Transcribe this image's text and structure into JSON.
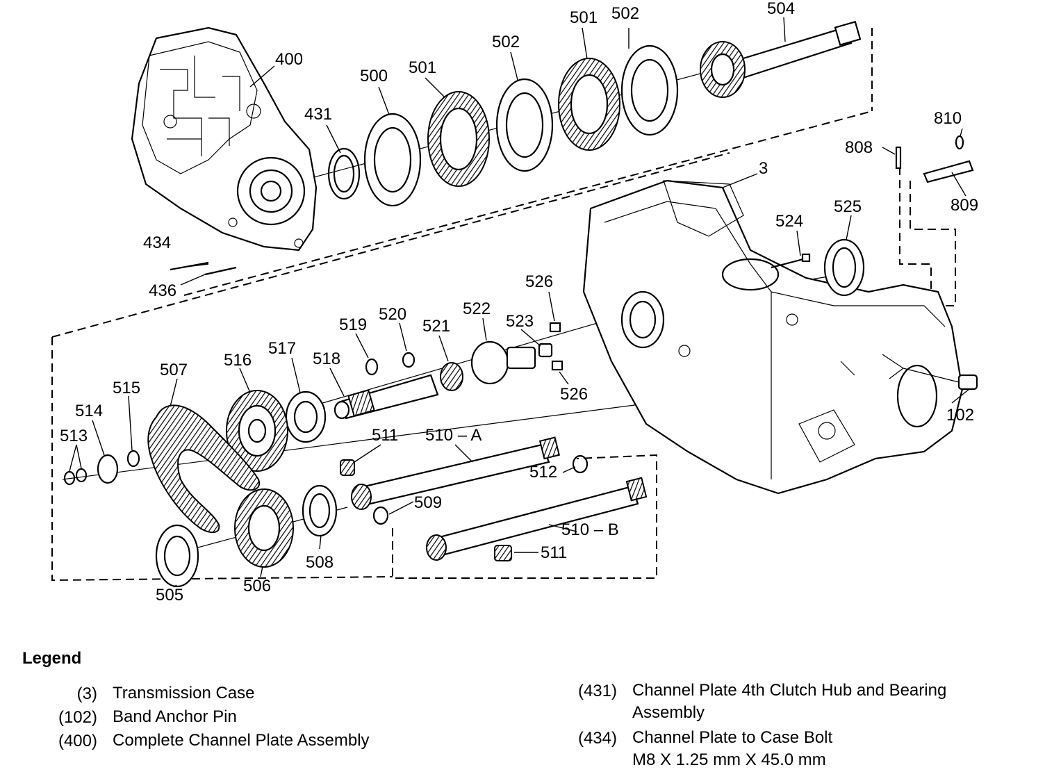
{
  "callouts": {
    "c3": "3",
    "c102": "102",
    "c400": "400",
    "c431": "431",
    "c434": "434",
    "c436": "436",
    "c500": "500",
    "c501a": "501",
    "c501b": "501",
    "c502a": "502",
    "c502b": "502",
    "c504": "504",
    "c505": "505",
    "c506": "506",
    "c507": "507",
    "c508": "508",
    "c509": "509",
    "c510a": "510 – A",
    "c510b": "510 – B",
    "c511a": "511",
    "c511b": "511",
    "c512": "512",
    "c513": "513",
    "c514": "514",
    "c515": "515",
    "c516": "516",
    "c517": "517",
    "c518": "518",
    "c519": "519",
    "c520": "520",
    "c521": "521",
    "c522": "522",
    "c523": "523",
    "c524": "524",
    "c525": "525",
    "c526a": "526",
    "c526b": "526",
    "c808": "808",
    "c809": "809",
    "c810": "810"
  },
  "legend": {
    "title": "Legend",
    "left": [
      {
        "num": "(3)",
        "desc": "Transmission Case"
      },
      {
        "num": "(102)",
        "desc": "Band Anchor Pin"
      },
      {
        "num": "(400)",
        "desc": "Complete Channel Plate Assembly"
      }
    ],
    "right": [
      {
        "num": "(431)",
        "desc1": "Channel Plate 4th Clutch Hub and Bearing",
        "desc2": "Assembly"
      },
      {
        "num": "(434)",
        "desc1": "Channel Plate to Case Bolt",
        "desc2": "M8 X 1.25 mm X 45.0 mm"
      }
    ]
  }
}
